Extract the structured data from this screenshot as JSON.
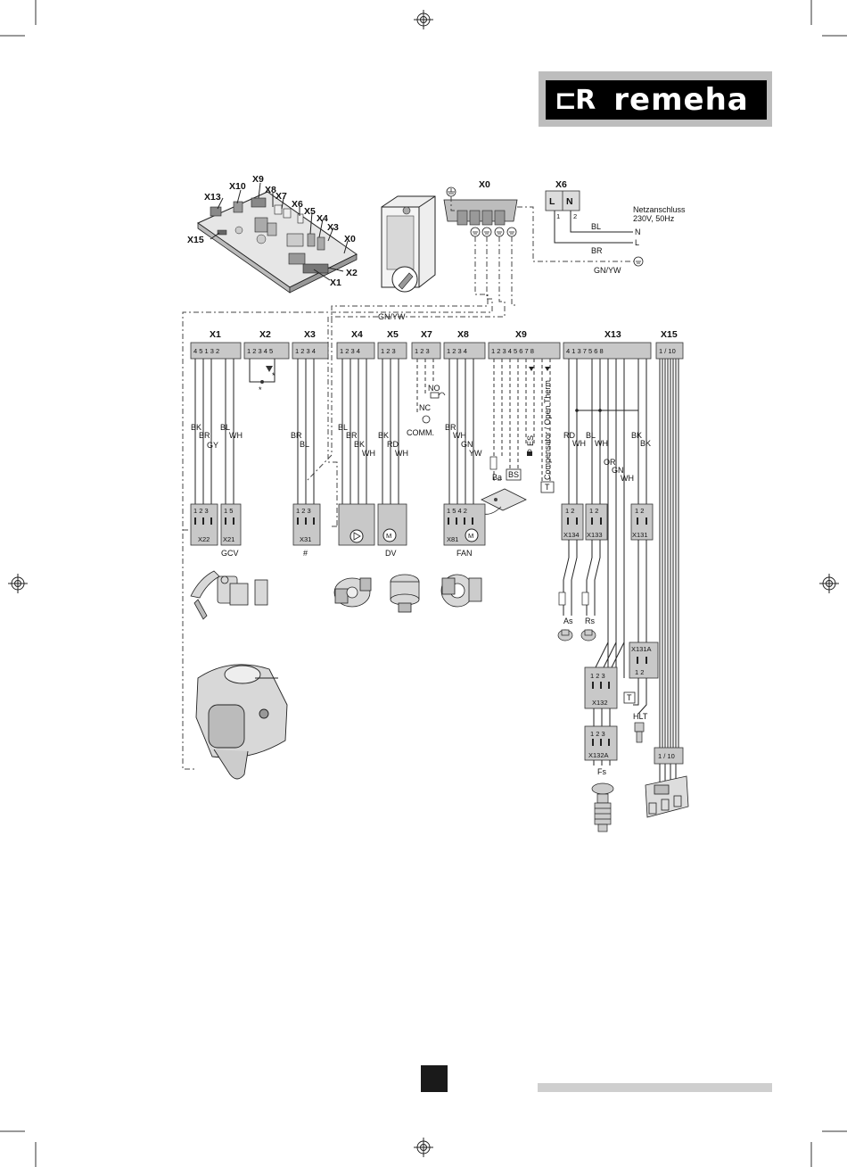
{
  "brand": {
    "logo_mark": "⊏R",
    "name": "remeha"
  },
  "top_connectors": {
    "x0": "X0",
    "x6": "X6",
    "x6_pins": [
      "L",
      "N"
    ],
    "x6_pin_numbers": [
      "1",
      "2"
    ],
    "mains_title": "Netzanschluss",
    "mains_spec": "230V, 50Hz",
    "wire_bl": "BL",
    "wire_br": "BR",
    "n": "N",
    "l": "L",
    "gnyw": "GN/YW"
  },
  "board_labels": [
    "X13",
    "X10",
    "X9",
    "X8",
    "X7",
    "X6",
    "X5",
    "X4",
    "X3",
    "X0",
    "X15",
    "X2",
    "X1"
  ],
  "ground_bus": "GN/YW",
  "terminal_strips": [
    {
      "name": "X1",
      "pins": "4 5 1  3 2"
    },
    {
      "name": "X2",
      "pins": "1 2 3 4 5"
    },
    {
      "name": "X3",
      "pins": "1 2 3 4"
    },
    {
      "name": "X4",
      "pins": "1 2 3 4"
    },
    {
      "name": "X5",
      "pins": "1 2 3"
    },
    {
      "name": "X7",
      "pins": "1 2 3"
    },
    {
      "name": "X8",
      "pins": "1 2 3 4"
    },
    {
      "name": "X9",
      "pins": "1 2 3 4 5 6 7 8"
    },
    {
      "name": "X13",
      "pins": "4 1   3   7 5   6 8"
    },
    {
      "name": "X15",
      "pins": "1 / 10"
    }
  ],
  "wire_colors": {
    "x1": [
      "BK",
      "BR",
      "GY",
      "BL",
      "WH"
    ],
    "x3": [
      "BR",
      "BL"
    ],
    "x4": [
      "BL",
      "BR",
      "BK",
      "WH"
    ],
    "x5": [
      "BK",
      "RD",
      "WH"
    ],
    "x8": [
      "BR",
      "WH",
      "GN",
      "YW"
    ],
    "x13": [
      "RD",
      "WH",
      "BL",
      "WH",
      "OR",
      "GN",
      "WH",
      "BK",
      "BK"
    ]
  },
  "x7_labels": {
    "no": "NO",
    "nc": "NC",
    "comm": "COMM."
  },
  "x9_labels": {
    "ba": "Ba",
    "bs": "BS",
    "es": "ES",
    "comp": "Compensator / Open Therm",
    "t": "T"
  },
  "plugs": [
    {
      "id": "X22",
      "pins": "1 2 3"
    },
    {
      "id": "X21",
      "pins": "1 5"
    },
    {
      "id": "X31",
      "pins": "1 2 3"
    },
    {
      "id": "X81",
      "pins": "1 5 4 2"
    },
    {
      "id": "X134",
      "pins": "1 2"
    },
    {
      "id": "X133",
      "pins": "1 2"
    },
    {
      "id": "X131",
      "pins": "1 2"
    },
    {
      "id": "X131A",
      "pins": "1 2"
    },
    {
      "id": "X132",
      "pins": "1 2 3"
    },
    {
      "id": "X132A",
      "pins": "1 2 3"
    }
  ],
  "component_labels": {
    "gcv": "GCV",
    "hash": "#",
    "dv": "DV",
    "fan": "FAN",
    "as": "As",
    "rs": "Rs",
    "hlt": "HLT",
    "fs": "Fs",
    "x15_plug": "1 / 10",
    "t": "T",
    "m": "M"
  },
  "colors": {
    "logo_bg": "#000000",
    "logo_bar": "#bdbdbd",
    "terminal": "#c8c8c8",
    "page_tab": "#1a1a1a"
  },
  "icons": [
    "registration-mark-icon",
    "pump-icon",
    "valve-motor-icon",
    "fan-icon",
    "thermistor-icon",
    "sensor-icon",
    "lock-icon"
  ]
}
